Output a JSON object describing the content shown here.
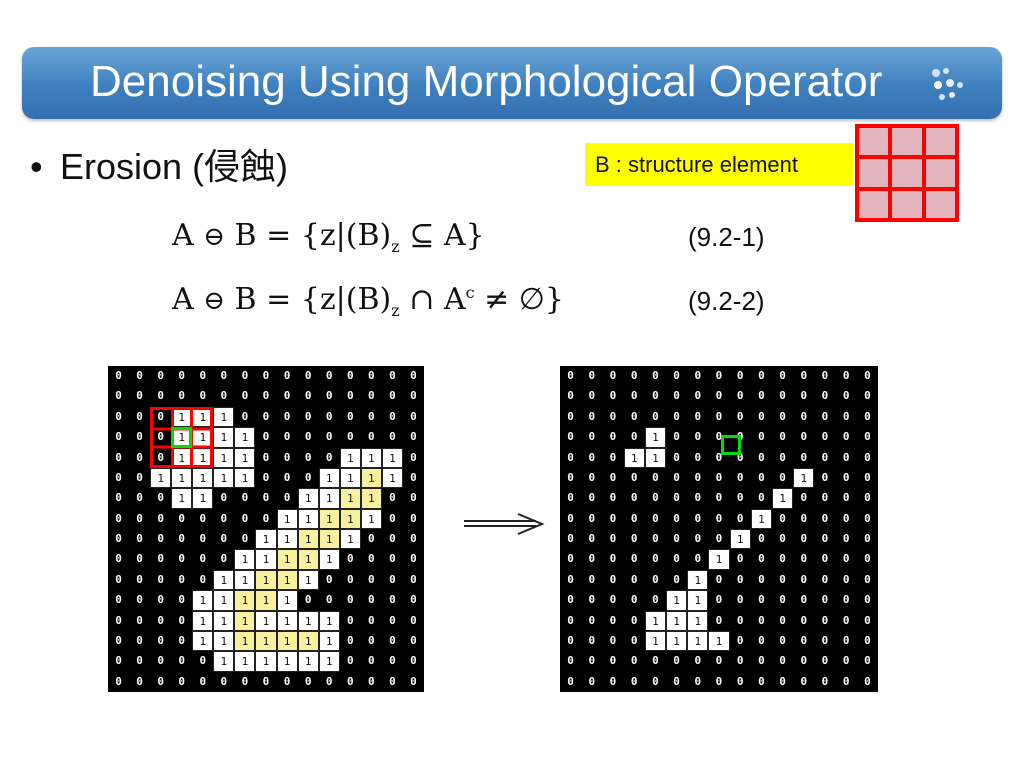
{
  "slide": {
    "title": "Denoising Using Morphological Operator",
    "bullet": "Erosion (侵蝕)",
    "structure_label": "B : structure element",
    "formula1": "A ⊖ B = {z|(B)_z ⊆ A}",
    "formula2": "A ⊖ B = {z|(B)_z ∩ A^c ≠ ∅}",
    "eq1": "(9.2-1)",
    "eq2": "(9.2-2)"
  },
  "colors": {
    "title_bar": "#3f7fbe",
    "label_bg": "#ffff00",
    "structure_red": "#ff0000",
    "structure_fill": "#e4b5bd",
    "probe_green": "#00dd00",
    "highlight": "#f7f1a0"
  },
  "grids": {
    "before": [
      "000000000000000",
      "000000000000000",
      "000111000000000",
      "000111100000000",
      "000111100001110",
      "001111100011110",
      "000110000111100",
      "000000001111100",
      "000000011111000",
      "000000111110000",
      "000001111100000",
      "000011111000000",
      "000011111110000",
      "000011111110000",
      "000001111110000",
      "000000000000000"
    ],
    "after": [
      "000000000000000",
      "000000000000000",
      "000000000000000",
      "000010000000000",
      "000110000000000",
      "000000000001000",
      "000000000010000",
      "000000000100000",
      "000000001000000",
      "000000010000000",
      "000000100000000",
      "000001100000000",
      "000011100000000",
      "000011110000000",
      "000000000000000",
      "000000000000000"
    ],
    "highlight_cells": [
      [
        5,
        12
      ],
      [
        6,
        11
      ],
      [
        6,
        12
      ],
      [
        7,
        10
      ],
      [
        7,
        11
      ],
      [
        8,
        9
      ],
      [
        8,
        10
      ],
      [
        9,
        8
      ],
      [
        9,
        9
      ],
      [
        10,
        7
      ],
      [
        10,
        8
      ],
      [
        11,
        6
      ],
      [
        11,
        7
      ],
      [
        12,
        6
      ],
      [
        13,
        6
      ],
      [
        13,
        7
      ],
      [
        13,
        8
      ],
      [
        13,
        9
      ]
    ]
  },
  "icons": {
    "title_decoration": "dots-icon",
    "transition": "arrow-right-icon"
  }
}
